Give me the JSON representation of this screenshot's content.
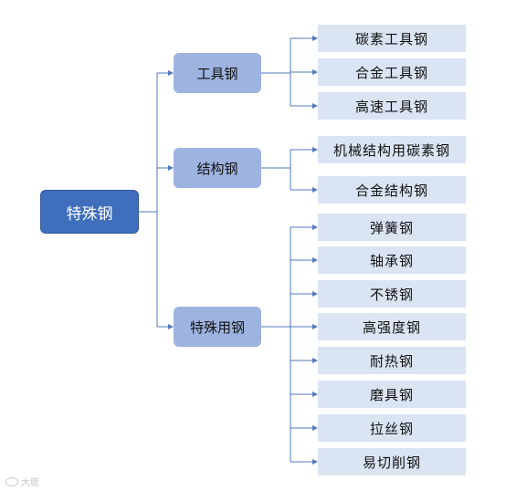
{
  "root": {
    "label": "特殊钢"
  },
  "categories": [
    {
      "label": "工具钢",
      "items": [
        "碳素工具钢",
        "合金工具钢",
        "高速工具钢"
      ]
    },
    {
      "label": "结构钢",
      "items": [
        "机械结构用碳素钢",
        "合金结构钢"
      ]
    },
    {
      "label": "特殊用钢",
      "items": [
        "弹簧钢",
        "轴承钢",
        "不锈钢",
        "高强度钢",
        "耐热钢",
        "磨具钢",
        "拉丝钢",
        "易切削钢"
      ]
    }
  ],
  "watermark": {
    "text": "大鹿",
    "icon": "weibo-icon"
  },
  "colors": {
    "root": "#3f6ebd",
    "mid": "#9db3e0",
    "leaf": "#dbe4f3",
    "line": "#4f79bf"
  }
}
